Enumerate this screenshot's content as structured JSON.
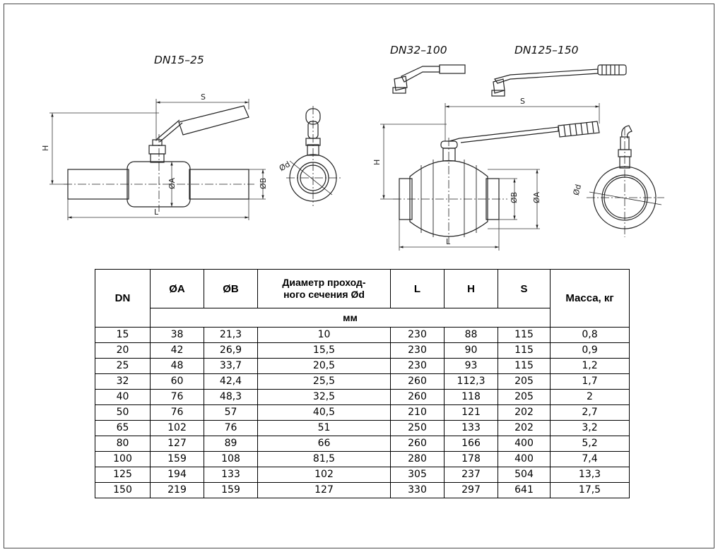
{
  "labels": {
    "small": "DN15–25",
    "medium": "DN32–100",
    "large": "DN125–150"
  },
  "dims": {
    "s": "S",
    "h": "H",
    "l": "L",
    "a": "ØA",
    "b": "ØB",
    "d": "Ød"
  },
  "table": {
    "headers": [
      "DN",
      "ØA",
      "ØB",
      "Диаметр проход-\nного сечения Ød",
      "L",
      "H",
      "S",
      "Масса, кг"
    ],
    "unit": "мм",
    "rows": [
      [
        "15",
        "38",
        "21,3",
        "10",
        "230",
        "88",
        "115",
        "0,8"
      ],
      [
        "20",
        "42",
        "26,9",
        "15,5",
        "230",
        "90",
        "115",
        "0,9"
      ],
      [
        "25",
        "48",
        "33,7",
        "20,5",
        "230",
        "93",
        "115",
        "1,2"
      ],
      [
        "32",
        "60",
        "42,4",
        "25,5",
        "260",
        "112,3",
        "205",
        "1,7"
      ],
      [
        "40",
        "76",
        "48,3",
        "32,5",
        "260",
        "118",
        "205",
        "2"
      ],
      [
        "50",
        "76",
        "57",
        "40,5",
        "210",
        "121",
        "202",
        "2,7"
      ],
      [
        "65",
        "102",
        "76",
        "51",
        "250",
        "133",
        "202",
        "3,2"
      ],
      [
        "80",
        "127",
        "89",
        "66",
        "260",
        "166",
        "400",
        "5,2"
      ],
      [
        "100",
        "159",
        "108",
        "81,5",
        "280",
        "178",
        "400",
        "7,4"
      ],
      [
        "125",
        "194",
        "133",
        "102",
        "305",
        "237",
        "504",
        "13,3"
      ],
      [
        "150",
        "219",
        "159",
        "127",
        "330",
        "297",
        "641",
        "17,5"
      ]
    ]
  }
}
